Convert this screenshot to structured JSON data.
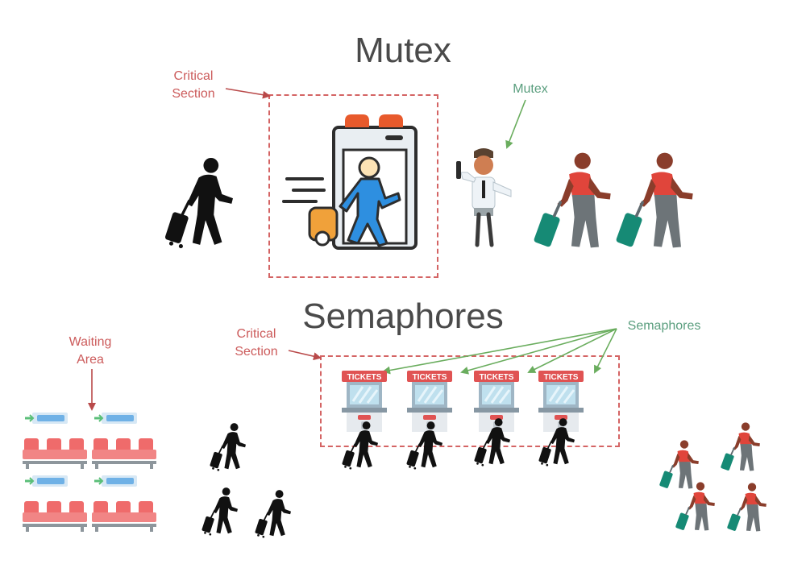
{
  "mutex_section": {
    "title": "Mutex",
    "critical_label_line1": "Critical",
    "critical_label_line2": "Section",
    "guard_label": "Mutex"
  },
  "semaphore_section": {
    "title": "Semaphores",
    "critical_label_line1": "Critical",
    "critical_label_line2": "Section",
    "waiting_label_line1": "Waiting",
    "waiting_label_line2": "Area",
    "semaphores_label": "Semaphores",
    "booth_sign": "TICKETS"
  },
  "colors": {
    "critical_label": "#cc5b5b",
    "semaphore_label": "#5a9e7e",
    "dashed_border": "#d46464",
    "traveler_shirt": "#e0453b",
    "suitcase_teal": "#168a75"
  },
  "icons": [
    "walking-traveler-icon",
    "security-scanner-icon",
    "security-guard-icon",
    "ticket-booth-icon",
    "waiting-seats-icon"
  ]
}
